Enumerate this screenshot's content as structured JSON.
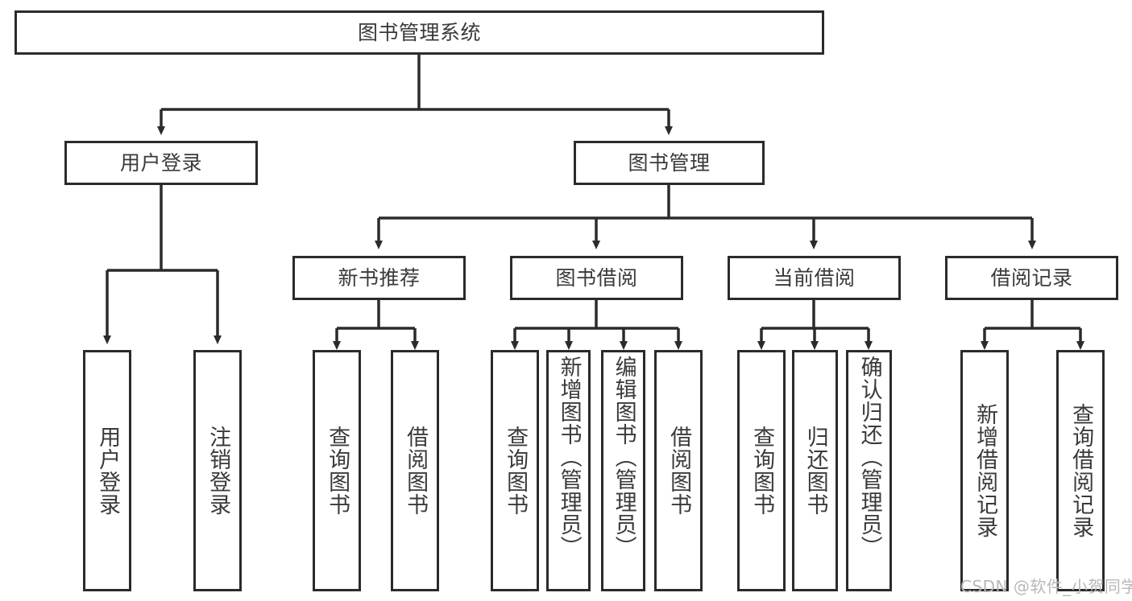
{
  "diagram": {
    "type": "hierarchy-tree",
    "title": "图书管理系统",
    "root": {
      "label": "图书管理系统"
    },
    "level2": [
      {
        "label": "用户登录"
      },
      {
        "label": "图书管理"
      }
    ],
    "level3": [
      {
        "label": "新书推荐"
      },
      {
        "label": "图书借阅"
      },
      {
        "label": "当前借阅"
      },
      {
        "label": "借阅记录"
      }
    ],
    "leaves": {
      "user_login": [
        {
          "label": "用户登录"
        },
        {
          "label": "注销登录"
        }
      ],
      "new_book_recommend": [
        {
          "label": "查询图书"
        },
        {
          "label": "借阅图书"
        }
      ],
      "book_borrow": [
        {
          "label": "查询图书"
        },
        {
          "label": "新增图书（管理员）"
        },
        {
          "label": "编辑图书（管理员）"
        },
        {
          "label": "借阅图书"
        }
      ],
      "current_borrow": [
        {
          "label": "查询图书"
        },
        {
          "label": "归还图书"
        },
        {
          "label": "确认归还（管理员）"
        }
      ],
      "borrow_record": [
        {
          "label": "新增借阅记录"
        },
        {
          "label": "查询借阅记录"
        }
      ]
    },
    "watermark": "CSDN @软件_小贺同学",
    "colors": {
      "background": "#ffffff",
      "border": "#2b2b2b",
      "text": "#3a3a3a",
      "connector": "#2b2b2b",
      "watermark": "#b8b8b8"
    }
  }
}
